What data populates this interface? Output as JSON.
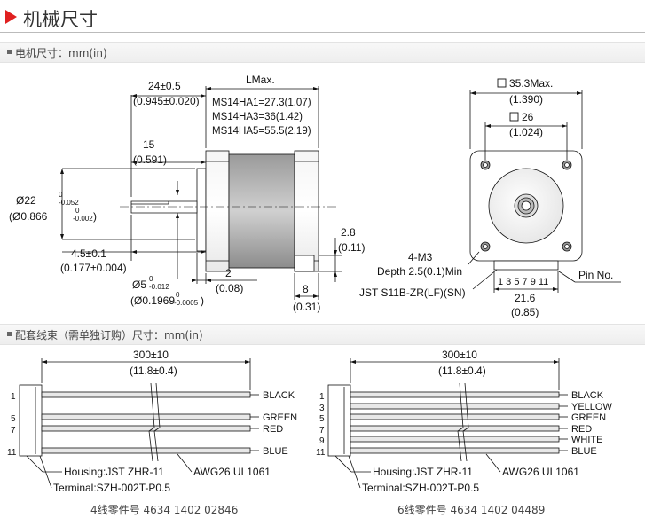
{
  "header": {
    "title": "机械尺寸"
  },
  "sections": {
    "motor": "电机尺寸：mm(in)",
    "cable": "配套线束（需单独订购）尺寸：mm(in)"
  },
  "side_view": {
    "dim_24": "24±0.5",
    "dim_24_in": "(0.945±0.020)",
    "lmax": "LMax.",
    "ms1": "MS14HA1=27.3(1.07)",
    "ms3": "MS14HA3=36(1.42)",
    "ms5": "MS14HA5=55.5(2.19)",
    "dim_15": "15",
    "dim_15_in": "(0.591)",
    "dia22": "Ø22",
    "dia22_tol": "-0.052",
    "dia22_in": "(Ø0.866",
    "dia22_in_tol": "-0.002",
    "dia22_in_close": ")",
    "tol_zero_a": "0",
    "tol_zero_b": "0",
    "tol_zero_c": "0",
    "tol_zero_d": "0",
    "dim_45": "4.5±0.1",
    "dim_45_in": "(0.177±0.004)",
    "dia5": "Ø5",
    "dia5_tol": "-0.012",
    "dia5_in": "(Ø0.1969",
    "dia5_in_tol": "-0.0005",
    "dia5_in_close": ")",
    "dim_2": "2",
    "dim_2_in": "(0.08)",
    "dim_28": "2.8",
    "dim_28_in": "(0.11)",
    "dim_8": "8",
    "dim_8_in": "(0.31)"
  },
  "front_view": {
    "dim_353": "35.3Max.",
    "dim_353_in": "(1.390)",
    "dim_26": "26",
    "dim_26_in": "(1.024)",
    "m3": "4-M3",
    "depth": "Depth 2.5(0.1)Min",
    "connector": "JST S11B-ZR(LF)(SN)",
    "pins": "1 3 5 7 9 11",
    "pin_no": "Pin No.",
    "dim_216": "21.6",
    "dim_216_in": "(0.85)"
  },
  "cable4": {
    "len": "300±10",
    "len_in": "(11.8±0.4)",
    "pins": [
      "1",
      "5",
      "7",
      "11"
    ],
    "colors": [
      "BLACK",
      "GREEN",
      "RED",
      "BLUE"
    ],
    "housing": "Housing:JST ZHR-11",
    "terminal": "Terminal:SZH-002T-P0.5",
    "awg": "AWG26 UL1061",
    "caption": "4线零件号 4634 1402 02846"
  },
  "cable6": {
    "len": "300±10",
    "len_in": "(11.8±0.4)",
    "pins": [
      "1",
      "3",
      "5",
      "7",
      "9",
      "11"
    ],
    "colors": [
      "BLACK",
      "YELLOW",
      "GREEN",
      "RED",
      "WHITE",
      "BLUE"
    ],
    "housing": "Housing:JST ZHR-11",
    "terminal": "Terminal:SZH-002T-P0.5",
    "awg": "AWG26 UL1061",
    "caption": "6线零件号 4634 1402 04489"
  }
}
